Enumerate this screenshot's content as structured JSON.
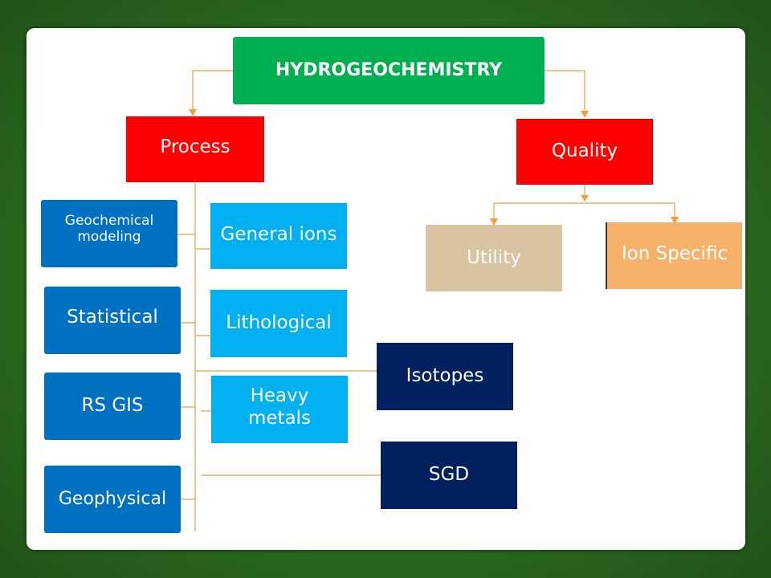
{
  "diagram": {
    "root": "HYDROGEOCHEMISTRY",
    "process": "Process",
    "quality": "Quality",
    "utility": "Utility",
    "ion_specific": "Ion Specific",
    "geochemical_modeling": "Geochemical modeling",
    "statistical": "Statistical",
    "rs_gis": "RS GIS",
    "geophysical": "Geophysical",
    "general_ions": "General ions",
    "lithological": "Lithological",
    "heavy_metals": "Heavy metals",
    "isotopes": "Isotopes",
    "sgd": "SGD"
  },
  "colors": {
    "root": "#00b050",
    "process": "#ff0000",
    "quality": "#ff0000",
    "utility": "#d9c3a0",
    "ion_specific": "#f6b26b",
    "method": "#0070c0",
    "category": "#00b0f0",
    "dark": "#002060",
    "connector": "#f0a040"
  }
}
